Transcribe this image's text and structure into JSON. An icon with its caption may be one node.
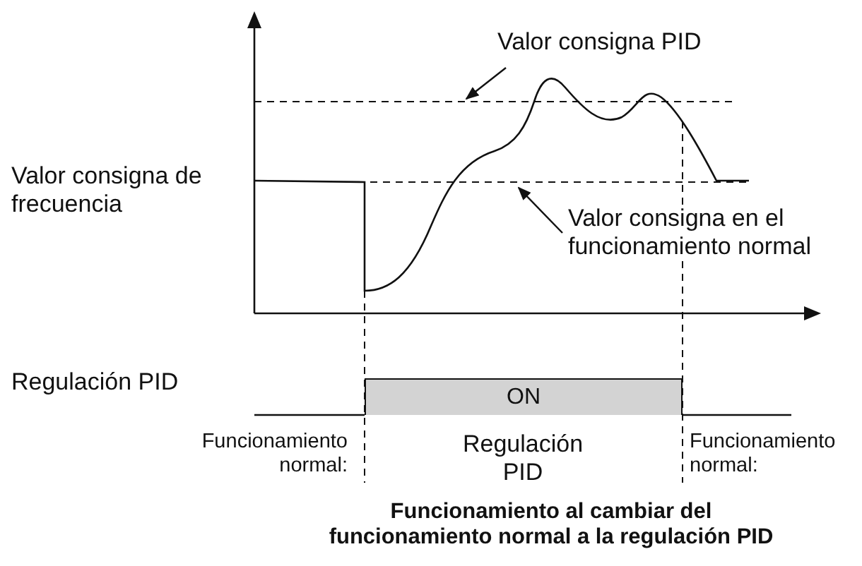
{
  "diagram": {
    "caption": "Funcionamiento al cambiar del funcionamiento normal a la regulación PID",
    "nodes": [
      {
        "text": [
          "Valor consigna PID"
        ]
      },
      {
        "text": [
          "Valor consigna en el funcionamiento normal"
        ]
      },
      {
        "text": [
          "ON"
        ]
      }
    ],
    "edges": [
      {
        "from": 0,
        "to": null,
        "arrow": "to"
      },
      {
        "from": 1,
        "to": null,
        "arrow": "to"
      }
    ],
    "labels": [
      "Valor consigna de frecuencia",
      "Regulación PID",
      "Funcionamiento normal:",
      "Regulación PID",
      "Funcionamiento normal:"
    ]
  }
}
